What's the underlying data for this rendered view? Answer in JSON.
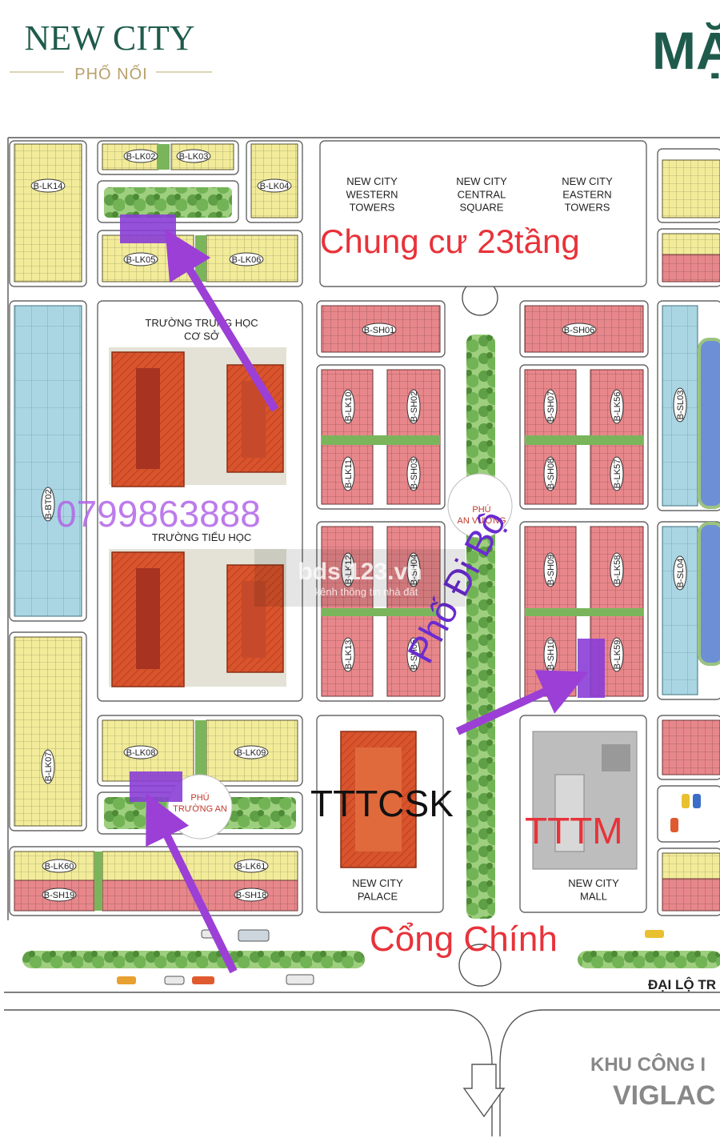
{
  "header": {
    "brand_title": "NEW CITY",
    "brand_subtitle": "PHỐ NỐI",
    "page_title_partial": "MẶ"
  },
  "colors": {
    "yellow_lot": "#f2ec9a",
    "red_lot": "#e8878b",
    "blue_lot": "#a9d6e2",
    "green": "#7ab55c",
    "school_roof": "#d9532c",
    "annotation_red": "#e8323a",
    "annotation_purple": "#9b3fd6",
    "brand_green": "#1f5b4c"
  },
  "towers": {
    "western": "NEW CITY\nWESTERN\nTOWERS",
    "central": "NEW CITY\nCENTRAL\nSQUARE",
    "eastern": "NEW CITY\nEASTERN\nTOWERS"
  },
  "schools": {
    "secondary": "TRƯỜNG TRUNG HỌC\nCƠ SỞ",
    "primary": "TRƯỜNG TIỂU HỌC"
  },
  "buildings": {
    "palace": "NEW CITY\nPALACE",
    "mall": "NEW CITY\nMALL"
  },
  "landmarks": {
    "an_vuong": "PHÚ\nAN VƯỢNG",
    "truong_an": "PHÚ\nTRƯỜNG AN"
  },
  "blocks": {
    "lk14": "B-LK14",
    "lk02": "B-LK02",
    "lk03": "B-LK03",
    "lk04": "B-LK04",
    "lk05": "B-LK05",
    "lk06": "B-LK06",
    "bt02": "B-BT02",
    "sh01": "B-SH01",
    "sh06": "B-SH06",
    "lk10": "B-LK10",
    "sh02": "B-SH02",
    "sh07": "B-SH07",
    "lk56": "B-LK56",
    "lk11": "B-LK11",
    "sh03": "B-SH03",
    "sh08": "B-SH08",
    "lk57": "B-LK57",
    "lk12": "B-LK12",
    "sh04": "B-SH04",
    "sh09": "B-SH09",
    "lk58": "B-LK58",
    "lk13": "B-LK13",
    "sh05": "B-SH05",
    "sh10": "B-SH10",
    "lk59": "B-LK59",
    "lk07": "B-LK07",
    "lk08": "B-LK08",
    "lk09": "B-LK09",
    "lk60": "B-LK60",
    "sh19": "B-SH19",
    "lk61": "B-LK61",
    "sh18": "B-SH18",
    "sl03": "B-SL03",
    "sl04": "B-SL04"
  },
  "roads": {
    "boulevard": "ĐẠI LỘ TR",
    "industrial_1": "KHU CÔNG I",
    "industrial_2": "VIGLAC"
  },
  "annotations": {
    "apartments": "Chung cư 23tầng",
    "phone": "0799863888",
    "walking_street": "Phố Đi Bộ",
    "health_center": "TTTCSK",
    "mall_short": "TTTM",
    "main_gate": "Cổng Chính"
  },
  "watermark": {
    "line1": "bds 123.vn",
    "line2": "kênh thông tin nhà đất"
  }
}
